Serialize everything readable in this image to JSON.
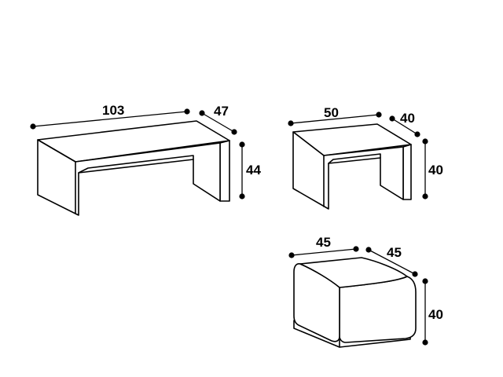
{
  "items": [
    {
      "name": "long-bench",
      "width": "103",
      "depth": "47",
      "height": "44"
    },
    {
      "name": "small-side-table",
      "width": "50",
      "depth": "40",
      "height": "40"
    },
    {
      "name": "pouf",
      "width": "45",
      "depth": "45",
      "height": "40"
    }
  ]
}
